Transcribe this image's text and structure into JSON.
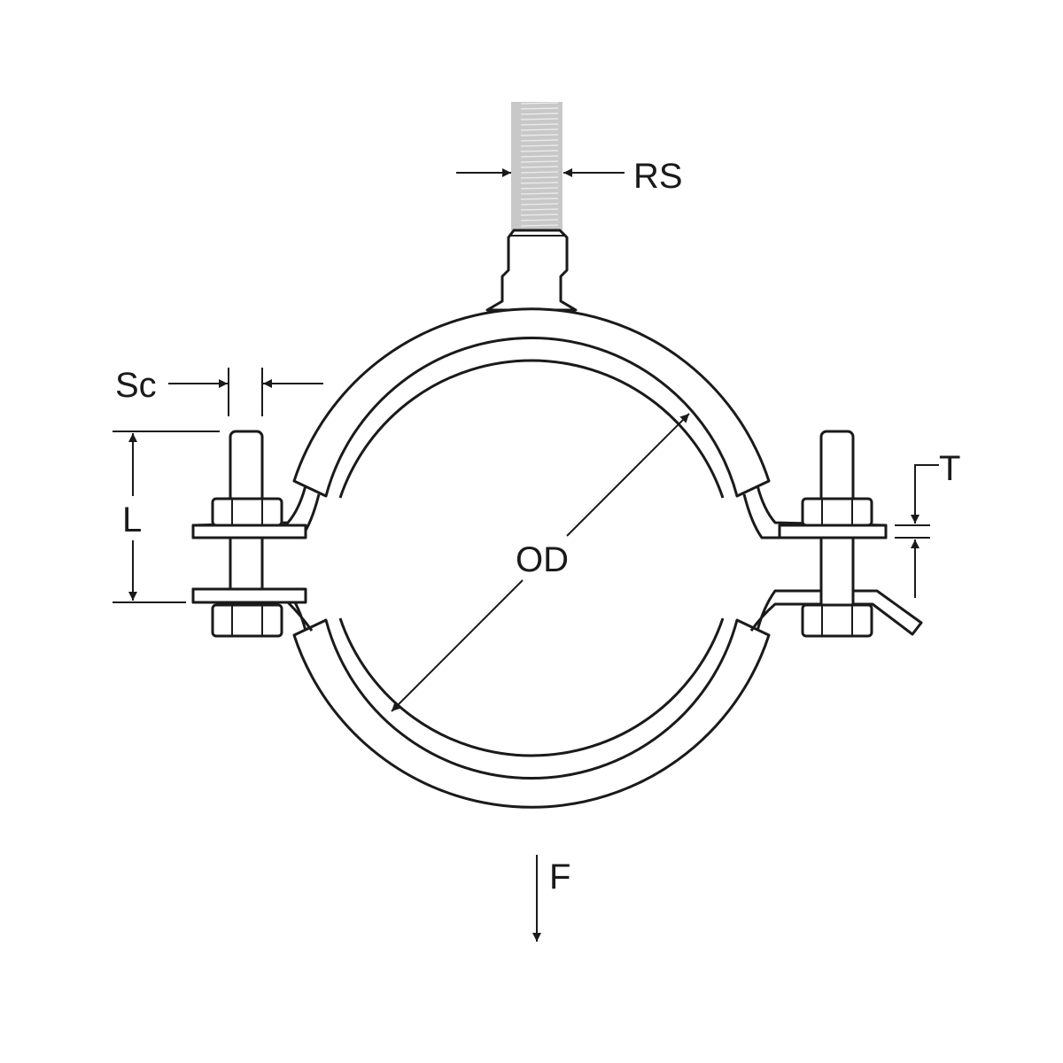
{
  "diagram": {
    "labels": {
      "rod_size": "RS",
      "screw": "Sc",
      "length": "L",
      "outer_diameter": "OD",
      "thickness": "T",
      "force": "F"
    },
    "colors": {
      "line": "#1a1a1a",
      "rod": "#c8c8c8",
      "background": "#ffffff"
    }
  }
}
